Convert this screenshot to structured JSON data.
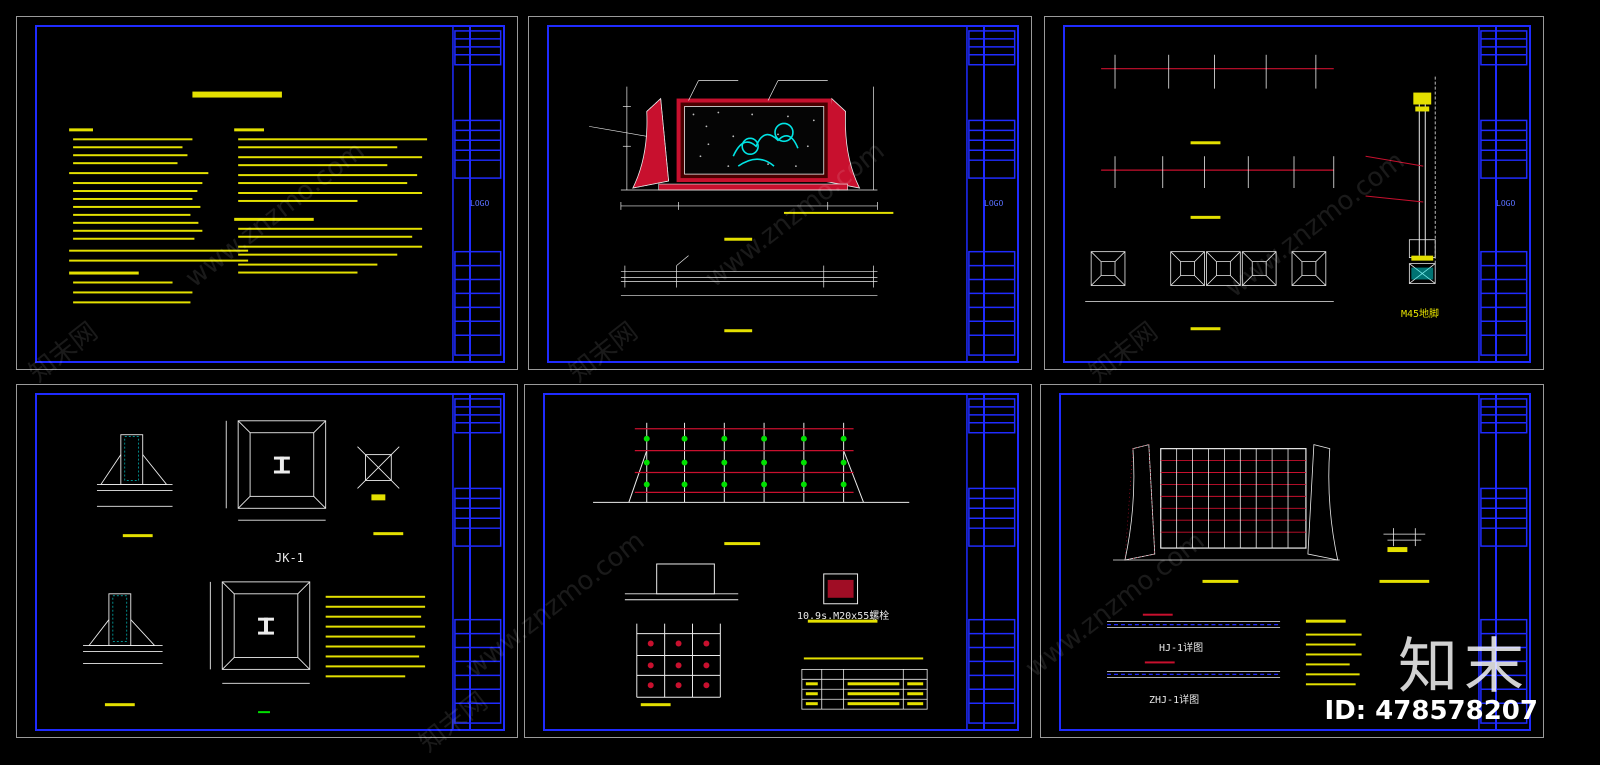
{
  "sheets": [
    {
      "id": "s1",
      "logo": "LOGO"
    },
    {
      "id": "s2",
      "logo": "LOGO"
    },
    {
      "id": "s3",
      "logo": "LOGO"
    },
    {
      "id": "s4",
      "logo": ""
    },
    {
      "id": "s5",
      "logo": ""
    },
    {
      "id": "s6",
      "logo": ""
    }
  ],
  "labels": {
    "jk1": "JK-1",
    "gz_bolt": "10.9s.M20x55螺栓",
    "hj1": "HJ-1详图",
    "zhj1": "ZHJ-1详图",
    "m_label": "M45地脚"
  },
  "watermark": {
    "site": "www.znzmo.com",
    "cn": "知末网"
  },
  "brand": {
    "name": "知末",
    "id_text": "ID: 478578207"
  },
  "colors": {
    "frame": "#1f2bff",
    "cad_yellow": "#e4e000",
    "cad_cyan": "#00e5e5",
    "cad_red": "#c8102e",
    "cad_white": "#ececec"
  }
}
